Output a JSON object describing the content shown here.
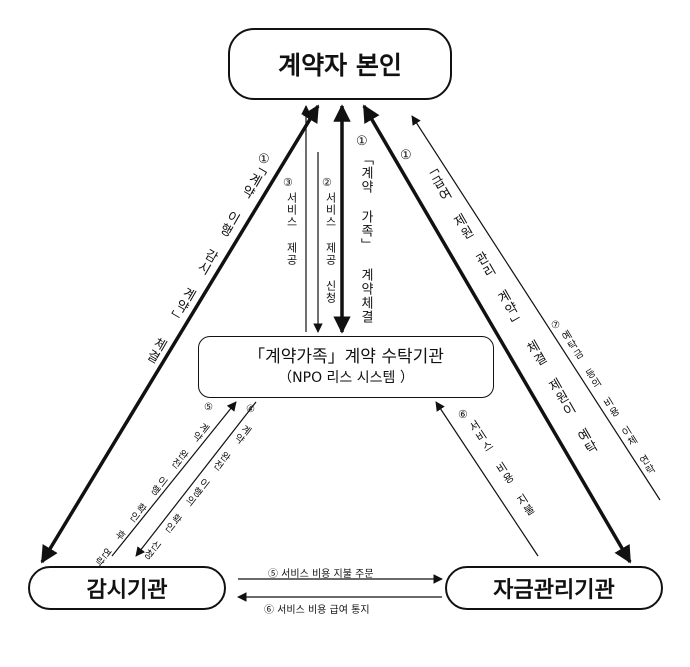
{
  "nodes": {
    "principal": "계약자 본인",
    "monitor": "감시기관",
    "fund": "자금관리기관",
    "trustee_title": "「계약가족」계약 수탁기관",
    "trustee_sub": "（NPO  리스 시스템  ）"
  },
  "labels": {
    "l1_num": "①",
    "l1_text": "「계약 이행 감시 계약」 체결",
    "l3_num": "③",
    "l3_text": "서비스 제공",
    "l2_num": "②",
    "l2_text": "서비스 제공 신청",
    "l1b_num": "①",
    "l1b_text": "「계약 가족」 계약체결",
    "l1c_num": "①",
    "l1c_text": "「급여 제원 관리 계약」 체결 제원이 예탁",
    "l7_num": "⑦",
    "l7_text": "예탁금 등의 비용 이체 연락",
    "l5_num": "⑤",
    "l5_text": "계약 완전 이행 확인 후 연락",
    "l4_num": "④",
    "l4_text": "계약 완전 이행의 확인 신청",
    "l6_num": "⑥",
    "l6_text": "서비스 비용 지불",
    "b5": "⑤ 서비스 비용 지불 주문",
    "b6": "⑥ 서비스 비용 급여 통지"
  }
}
